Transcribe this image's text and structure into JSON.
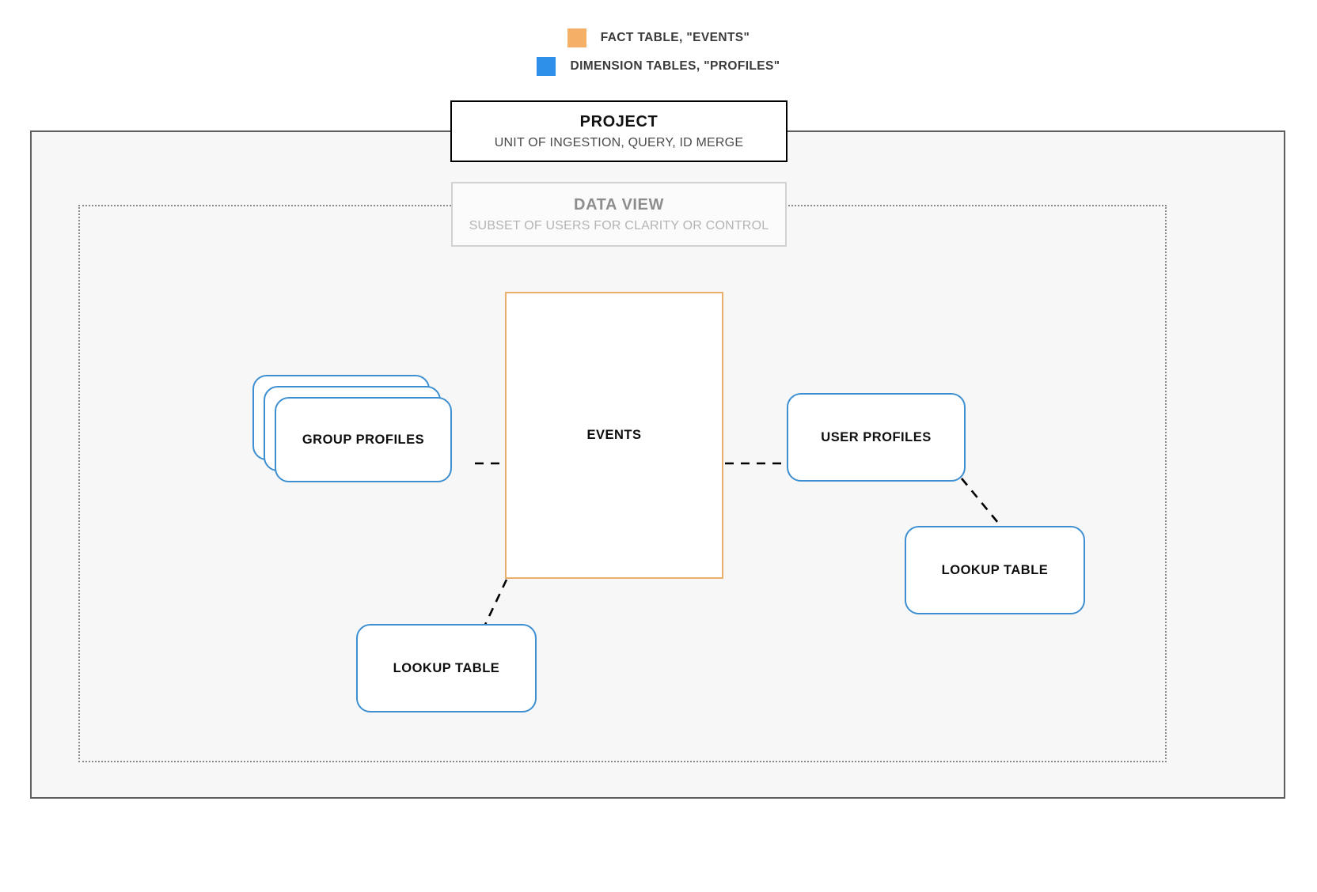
{
  "legend": {
    "items": [
      {
        "swatch_color": "#F4B066",
        "label": "FACT TABLE, \"EVENTS\"",
        "icon": "square-swatch-icon"
      },
      {
        "swatch_color": "#2E90E8",
        "label": "DIMENSION TABLES, \"PROFILES\"",
        "icon": "square-swatch-icon"
      }
    ]
  },
  "project": {
    "title": "PROJECT",
    "subtitle": "UNIT OF INGESTION, QUERY, ID MERGE",
    "border_color": "#000000"
  },
  "data_view": {
    "title": "DATA VIEW",
    "subtitle": "SUBSET OF USERS FOR CLARITY OR CONTROL",
    "border_color": "#D2D2D2"
  },
  "entities": {
    "events": {
      "label": "EVENTS",
      "border_color": "#E8B06A",
      "kind": "fact-table"
    },
    "group_profiles": {
      "label": "GROUP PROFILES",
      "border_color": "#3D8FD1",
      "kind": "dimension-table-stack",
      "stack_count": 3
    },
    "user_profiles": {
      "label": "USER PROFILES",
      "border_color": "#3D8FD1",
      "kind": "dimension-table"
    },
    "lookup_table_left": {
      "label": "LOOKUP TABLE",
      "border_color": "#3D8FD1",
      "kind": "lookup-table"
    },
    "lookup_table_right": {
      "label": "LOOKUP TABLE",
      "border_color": "#3D8FD1",
      "kind": "lookup-table"
    }
  },
  "connectors": [
    {
      "name": "group-profiles-to-events",
      "style": "dashed",
      "color": "#000000"
    },
    {
      "name": "events-to-user-profiles",
      "style": "dashed",
      "color": "#000000"
    },
    {
      "name": "user-profiles-to-lookup-right",
      "style": "dashed",
      "color": "#000000"
    },
    {
      "name": "events-to-lookup-left",
      "style": "dashed",
      "color": "#000000"
    }
  ]
}
